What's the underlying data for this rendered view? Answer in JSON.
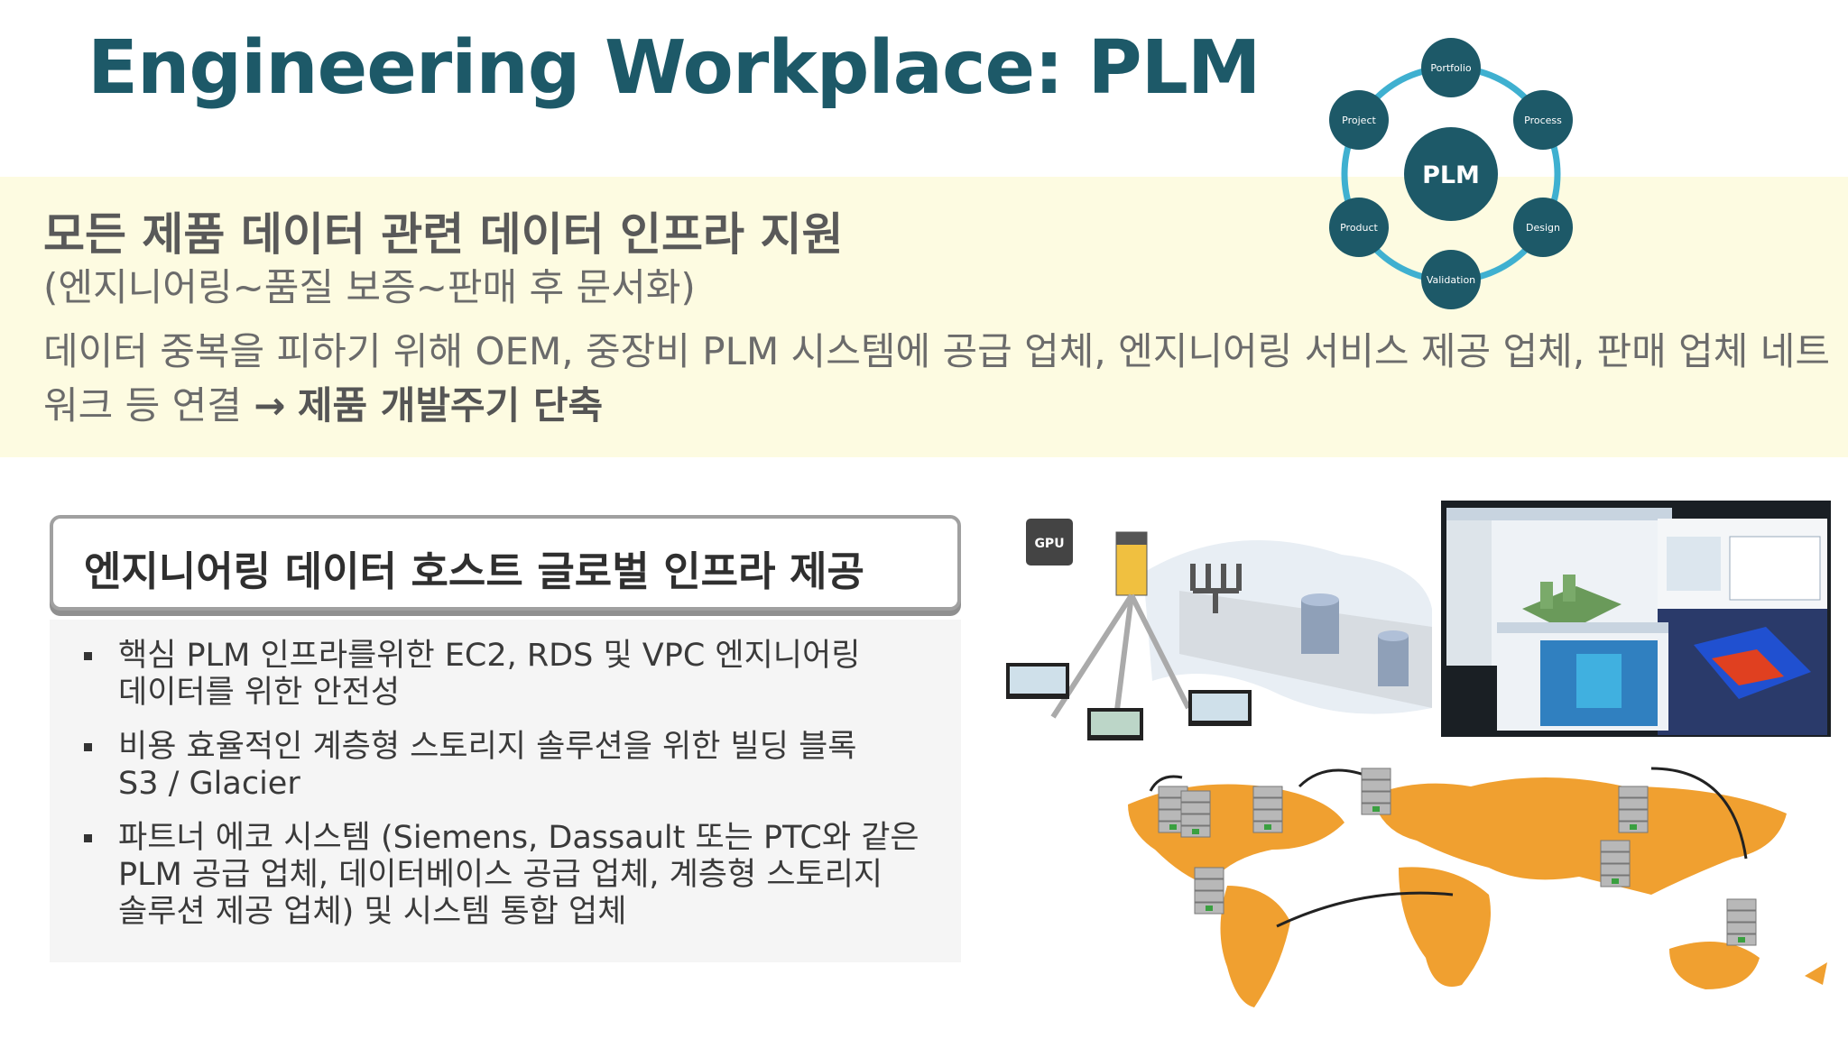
{
  "title": "Engineering Workplace: PLM",
  "band": {
    "headline": "모든 제품 데이터 관련 데이터 인프라 지원",
    "subline": "(엔지니어링~품질 보증~판매 후 문서화)",
    "body_text": "데이터 중복을 피하기 위해 OEM, 중장비 PLM 시스템에 공급 업체, 엔지니어링 서비스 제공 업체, 판매 업체 네트워크 등 연결",
    "arrow": "→",
    "emphasis": "제품 개발주기 단축"
  },
  "plm_cycle": {
    "center": "PLM",
    "nodes": [
      "Portfolio",
      "Process",
      "Design",
      "Validation",
      "Product",
      "Project"
    ],
    "color": "#1d5968",
    "ring_color": "#3fb0d0"
  },
  "box": {
    "title": "엔지니어링 데이터 호스트 글로벌 인프라 제공",
    "bullets": [
      [
        "핵심 PLM 인프라를위한 EC2, RDS 및 VPC 엔지니어링",
        "데이터를 위한 안전성"
      ],
      [
        "비용 효율적인 계층형 스토리지 솔루션을 위한 빌딩 블록",
        "S3 / Glacier"
      ],
      [
        "파트너 에코 시스템 (Siemens, Dassault 또는 PTC와 같은",
        "PLM 공급 업체, 데이터베이스 공급 업체, 계층형 스토리지",
        "솔루션 제공 업체) 및 시스템 통합 업체"
      ]
    ]
  },
  "images": {
    "workflow_label_gpu": "GPU",
    "map_land_color": "#f0a030"
  }
}
